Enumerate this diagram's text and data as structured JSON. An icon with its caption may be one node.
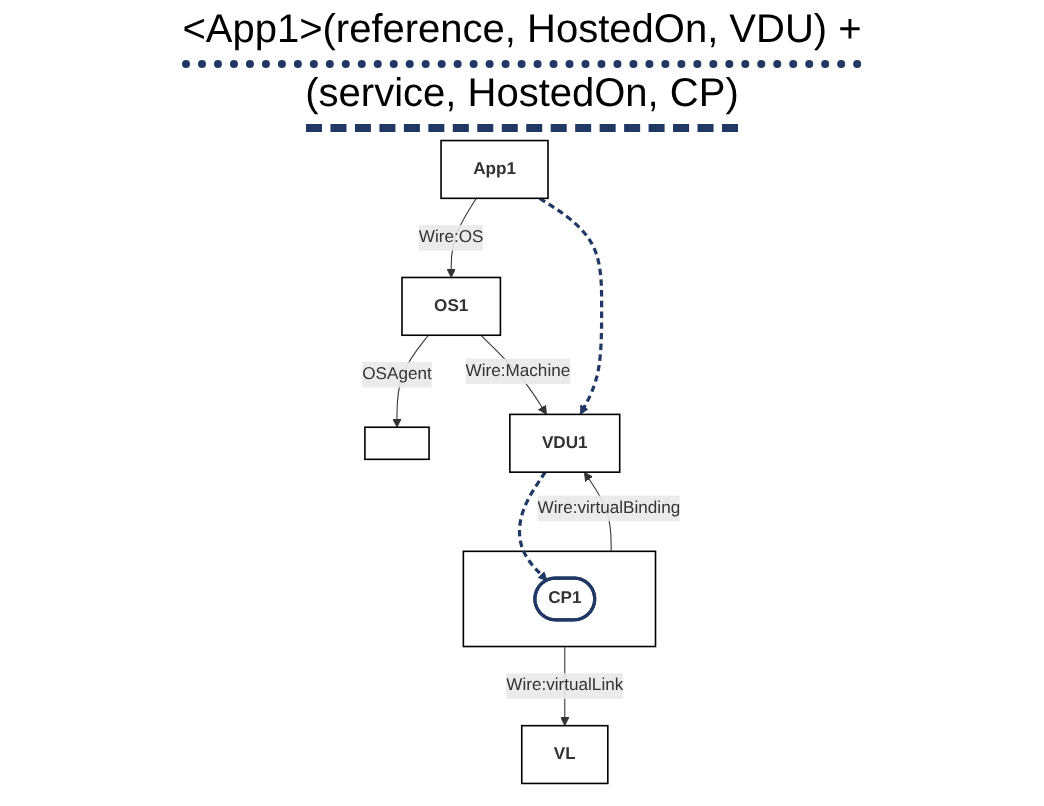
{
  "diagram": {
    "nodes": [
      {
        "text": [
          "App1"
        ]
      },
      {
        "text": [],
        "shape": "box"
      },
      {
        "text": [
          "OS1"
        ]
      },
      {
        "text": [],
        "shape": "box"
      },
      {
        "text": [
          "CP1"
        ],
        "in": 3
      },
      {
        "text": [
          "VDU1"
        ]
      },
      {
        "text": [
          "VL"
        ]
      }
    ],
    "edges": [
      {
        "from": 0,
        "to": 2,
        "arrow": "to",
        "label": "Wire:OS"
      },
      {
        "from": 2,
        "to": 1,
        "arrow": "to",
        "label": "OSAgent"
      },
      {
        "from": 2,
        "to": 5,
        "arrow": "to",
        "label": "Wire:Machine"
      },
      {
        "from": 3,
        "to": 5,
        "arrow": "to",
        "label": "Wire:virtualBinding"
      },
      {
        "from": 0,
        "to": 5,
        "arrow": "to",
        "style": "dashed",
        "color": "#1f3864"
      },
      {
        "from": 5,
        "to": 4,
        "arrow": "to",
        "style": "dashed",
        "color": "#1f3864"
      },
      {
        "from": 3,
        "to": 6,
        "arrow": "to",
        "label": "Wire:virtualLink"
      }
    ],
    "legend": [
      {
        "text": "<App1>(reference, HostedOn, VDU) +"
      },
      {
        "text": "(service, HostedOn, CP)"
      }
    ]
  }
}
